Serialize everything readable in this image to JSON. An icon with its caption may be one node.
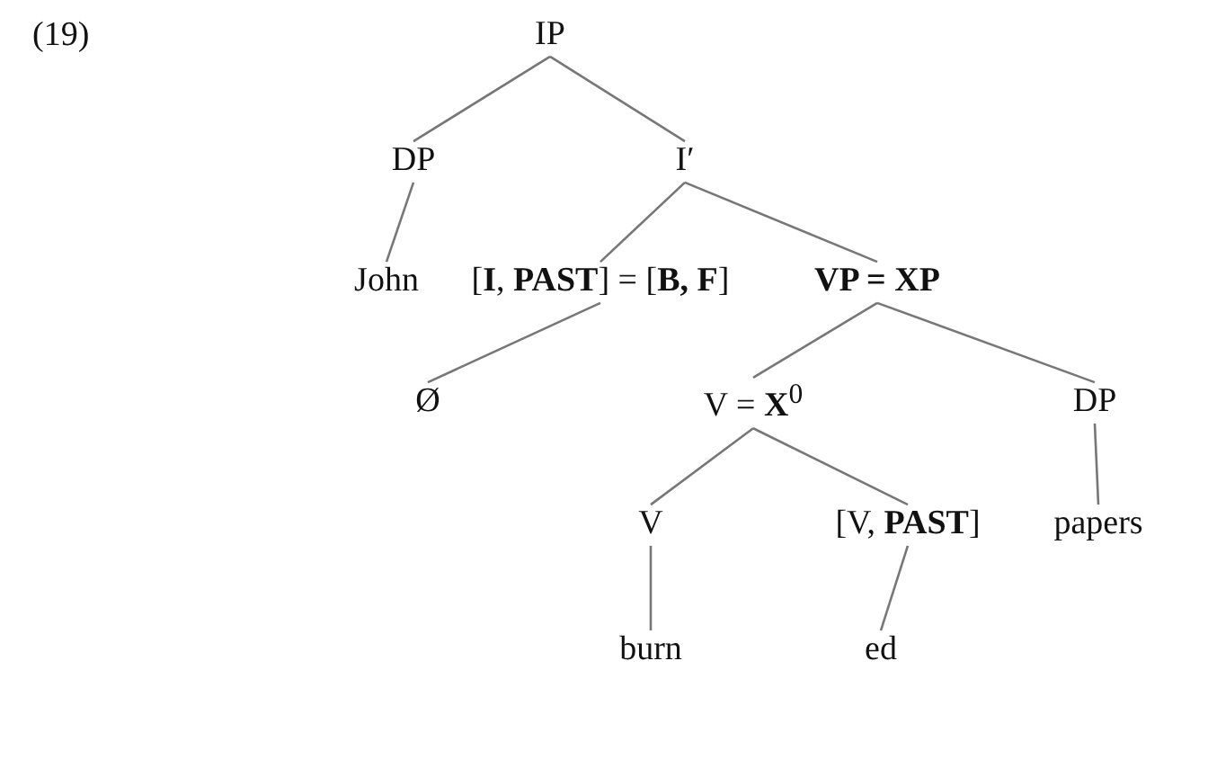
{
  "diagram": {
    "nodes": [
      {
        "text": [
          "IP"
        ]
      },
      {
        "text": [
          "DP"
        ]
      },
      {
        "text": [
          "I′"
        ]
      },
      {
        "text": [
          "John"
        ]
      },
      {
        "text": [
          "[**I**, **PAST**] = [**B, F**]"
        ]
      },
      {
        "text": [
          "VP = XP"
        ]
      },
      {
        "text": [
          "Ø"
        ]
      },
      {
        "text": [
          "V = **X**$^{0}$"
        ]
      },
      {
        "text": [
          "DP"
        ]
      },
      {
        "text": [
          "V"
        ]
      },
      {
        "text": [
          "[V, **PAST**]"
        ]
      },
      {
        "text": [
          "papers"
        ]
      },
      {
        "text": [
          "burn"
        ]
      },
      {
        "text": [
          "ed"
        ]
      }
    ],
    "edges": [
      {
        "from": 0,
        "to": 1,
        "arrow": "none"
      },
      {
        "from": 0,
        "to": 2,
        "arrow": "none"
      },
      {
        "from": 1,
        "to": 3,
        "arrow": "none"
      },
      {
        "from": 2,
        "to": 4,
        "arrow": "none"
      },
      {
        "from": 2,
        "to": 5,
        "arrow": "none"
      },
      {
        "from": 4,
        "to": 6,
        "arrow": "none"
      },
      {
        "from": 5,
        "to": 7,
        "arrow": "none"
      },
      {
        "from": 5,
        "to": 8,
        "arrow": "none"
      },
      {
        "from": 7,
        "to": 9,
        "arrow": "none"
      },
      {
        "from": 7,
        "to": 10,
        "arrow": "none"
      },
      {
        "from": 8,
        "to": 11,
        "arrow": "none"
      },
      {
        "from": 9,
        "to": 12,
        "arrow": "none"
      },
      {
        "from": 10,
        "to": 13,
        "arrow": "none"
      }
    ],
    "labels": [
      "(19)"
    ]
  }
}
